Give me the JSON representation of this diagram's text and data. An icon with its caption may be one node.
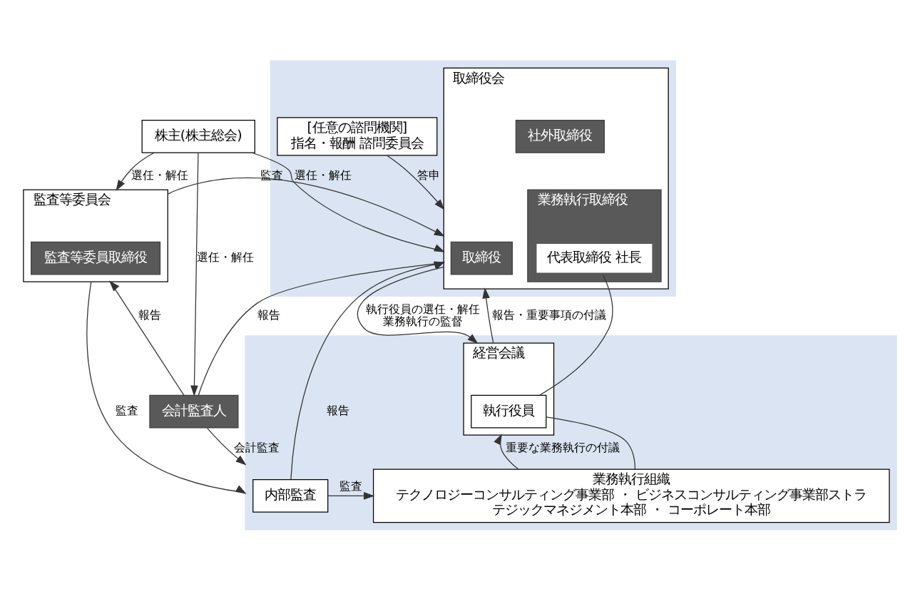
{
  "diagram": {
    "nodes": [
      {
        "text": [
          "株主(株主総会)"
        ]
      },
      {
        "text": [],
        "shape": "box"
      },
      {
        "text": [
          "取締役会"
        ],
        "in": 1
      },
      {
        "text": [
          "取締役"
        ],
        "in": 2
      },
      {
        "text": [
          "社外取締役"
        ],
        "in": 2
      },
      {
        "text": [
          "業務執行取締役"
        ],
        "in": 2
      },
      {
        "text": [
          "代表取締役 社長"
        ],
        "in": 5
      },
      {
        "text": [
          "[任意の諮問機関]",
          "指名・報酬 諮問委員会"
        ],
        "in": 1
      },
      {
        "text": [
          "監査等委員会"
        ]
      },
      {
        "text": [
          "監査等委員取締役"
        ],
        "in": 8
      },
      {
        "text": [
          "会計監査人"
        ]
      },
      {
        "text": [],
        "shape": "box"
      },
      {
        "text": [
          "経営会議"
        ],
        "in": 11
      },
      {
        "text": [
          "執行役員"
        ],
        "in": 12
      },
      {
        "text": [
          "業務執行組織",
          "テクノロジーコンサルティング事業部 ・ ビジネスコンサルティング事業部ストラテジックマネジメント本部 ・ コーポレート本部"
        ],
        "in": 11
      },
      {
        "text": [
          "内部監査"
        ],
        "in": 11
      }
    ],
    "edges": [
      {
        "from": 0,
        "to": 2,
        "arrow": "to",
        "label": "選任・解任"
      },
      {
        "from": 0,
        "to": 8,
        "arrow": "to",
        "label": "選任・解任"
      },
      {
        "from": 0,
        "to": 10,
        "arrow": "to",
        "label": "選任・解任"
      },
      {
        "from": 8,
        "to": 2,
        "arrow": "to",
        "label": "監査"
      },
      {
        "from": 7,
        "to": 2,
        "arrow": "to",
        "label": "答申"
      },
      {
        "from": 10,
        "to": 2,
        "arrow": "to",
        "label": "報告"
      },
      {
        "from": 15,
        "to": 2,
        "arrow": "to",
        "label": "報告"
      },
      {
        "from": 10,
        "to": 8,
        "arrow": "to",
        "label": "報告"
      },
      {
        "from": 12,
        "to": 2,
        "arrow": "to",
        "label": "報告・重要事項の付議"
      },
      {
        "from": 2,
        "to": 12,
        "arrow": "to",
        "label": "執行役員の選任・解任業務執行の監督"
      },
      {
        "from": 6,
        "to": 13,
        "arrow": "none"
      },
      {
        "from": 13,
        "to": 14,
        "arrow": "none"
      },
      {
        "from": 14,
        "to": 12,
        "arrow": "to",
        "label": "重要な業務執行の付議"
      },
      {
        "from": 8,
        "to": 11,
        "arrow": "to",
        "label": "監査"
      },
      {
        "from": 10,
        "to": 11,
        "arrow": "to",
        "label": "会計監査"
      },
      {
        "from": 15,
        "to": 14,
        "arrow": "to",
        "label": "監査"
      }
    ]
  }
}
